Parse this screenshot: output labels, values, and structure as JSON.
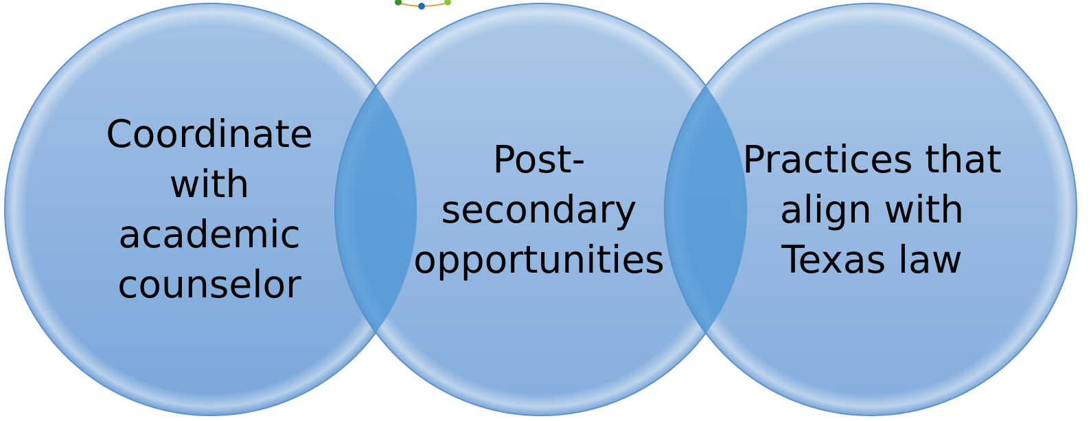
{
  "diagram": {
    "type": "overlapping-circles",
    "circles": [
      {
        "id": "coordinate",
        "text": "Coordinate\nwith\nacademic\ncounselor"
      },
      {
        "id": "postsecondary",
        "text": "Post-\nsecondary\nopportunities"
      },
      {
        "id": "practices",
        "text": "Practices that\nalign with\nTexas law"
      }
    ],
    "colors": {
      "circle_fill": "#8db3df",
      "circle_fill_light": "#a3c3e6",
      "circle_fill_dark": "#7aa7da",
      "circle_stroke": "#5f90c8",
      "overlap_fill": "#4a95d5",
      "text": "#000000"
    },
    "logo_fragment": {
      "dot_colors": [
        "#3e8e2f",
        "#1f6fb8",
        "#8cc63f"
      ],
      "arc_color": "#e0a43a"
    }
  }
}
